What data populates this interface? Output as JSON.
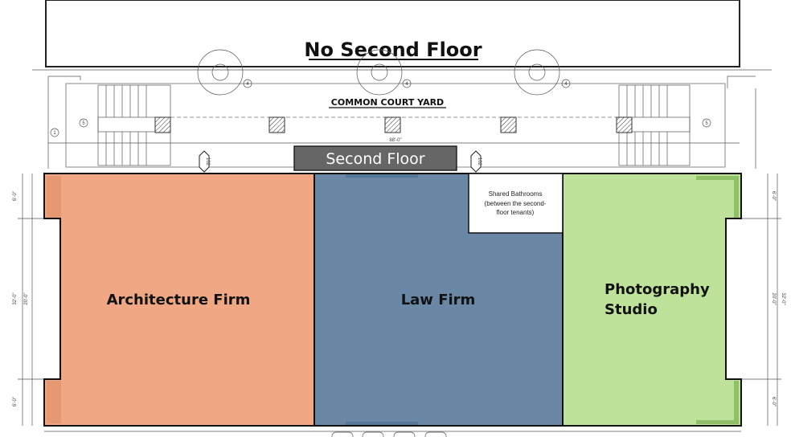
{
  "title": "No Second Floor",
  "courtyard_label": "COMMON COURT YARD",
  "second_floor_label": "Second Floor",
  "door_tags": [
    "102",
    "102"
  ],
  "overall_dimension": "88'-0\"",
  "column_tags": [
    "4",
    "4",
    "4"
  ],
  "stair_tags": [
    "5",
    "5"
  ],
  "grid_tag": "1",
  "rooms": [
    {
      "name": "Architecture Firm",
      "color": "#F0A884"
    },
    {
      "name": "Law Firm",
      "color": "#6A88A6"
    },
    {
      "name_line1": "Photography",
      "name_line2": "Studio",
      "color": "#BFE29A"
    }
  ],
  "bathrooms": {
    "line1": "Shared Bathrooms",
    "line2": "(between the second-",
    "line3": "floor tenants)"
  },
  "dimensions": {
    "end": "6'-0\"",
    "middle": "20'-0\"",
    "total": "32'-0\""
  }
}
